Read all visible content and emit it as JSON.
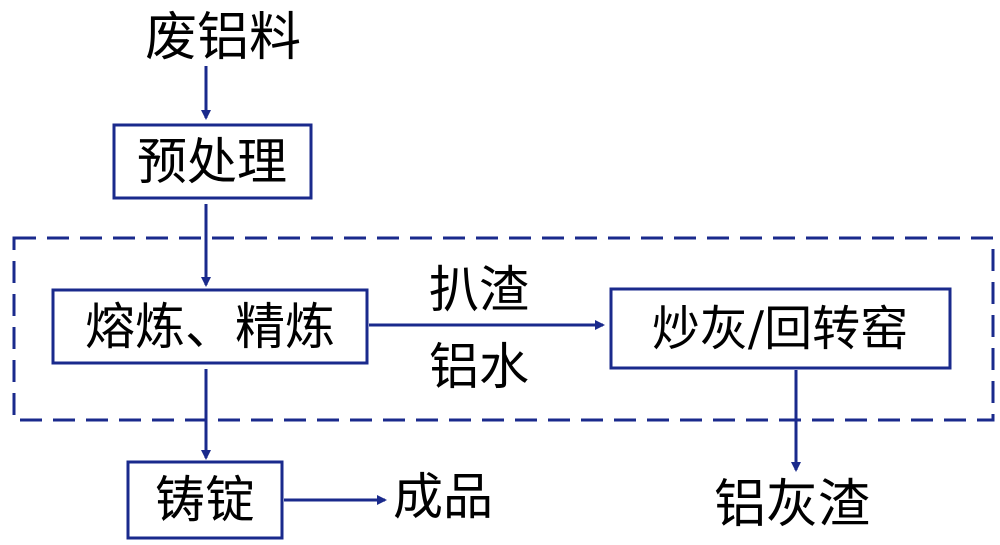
{
  "diagram": {
    "input_label": "废铝料",
    "pretreatment_label": "预处理",
    "smelting_label": "熔炼、精炼",
    "edge_top_label": "扒渣",
    "edge_bottom_label": "铝水",
    "ash_label": "炒灰/回转窑",
    "casting_label": "铸锭",
    "product_label": "成品",
    "dross_label": "铝灰渣",
    "line_color": "#1a2a8c"
  }
}
